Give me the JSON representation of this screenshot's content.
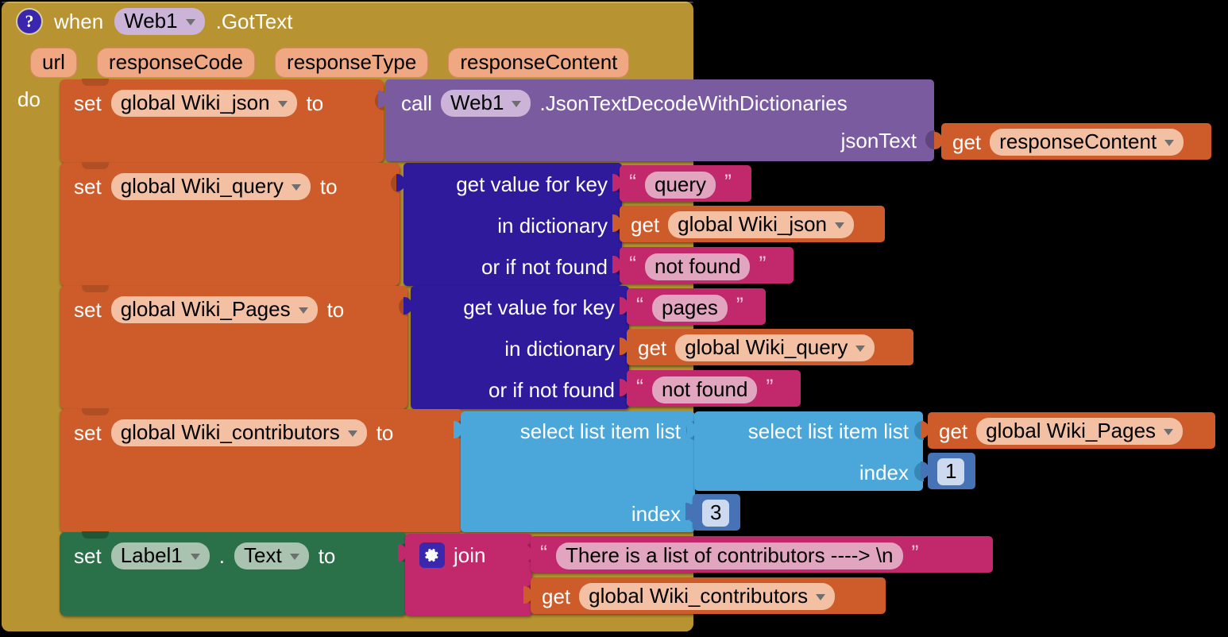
{
  "event": {
    "help_icon": "help-icon",
    "when": "when",
    "component": "Web1",
    "method": ".GotText",
    "params": [
      "url",
      "responseCode",
      "responseType",
      "responseContent"
    ],
    "do_label": "do",
    "colors": {
      "event": "#b79331",
      "setter": "#cd5c2a",
      "component_setter": "#2a7049",
      "dictionary": "#2e1a9a",
      "list": "#4ba6d9",
      "text": "#c2296d",
      "math": "#4573b5",
      "call": "#7b5ba0"
    }
  },
  "statements": [
    {
      "set_label": "set",
      "variable": "global Wiki_json",
      "to_label": "to",
      "value": {
        "call_label": "call",
        "component": "Web1",
        "method": ".JsonTextDecodeWithDictionaries",
        "arg_label": "jsonText",
        "arg_value": {
          "get_label": "get",
          "variable": "responseContent"
        }
      }
    },
    {
      "set_label": "set",
      "variable": "global Wiki_query",
      "to_label": "to",
      "value": {
        "row1_label": "get value for key",
        "row1_value": "query",
        "row2_label": "in dictionary",
        "row2_get": "get",
        "row2_value": "global Wiki_json",
        "row3_label": "or if not found",
        "row3_value": "not found"
      }
    },
    {
      "set_label": "set",
      "variable": "global Wiki_Pages",
      "to_label": "to",
      "value": {
        "row1_label": "get value for key",
        "row1_value": "pages",
        "row2_label": "in dictionary",
        "row2_get": "get",
        "row2_value": "global Wiki_query",
        "row3_label": "or if not found",
        "row3_value": "not found"
      }
    },
    {
      "set_label": "set",
      "variable": "global Wiki_contributors",
      "to_label": "to",
      "value": {
        "outer_label": "select list item  list",
        "outer_index_label": "index",
        "outer_index_value": "3",
        "inner_label": "select list item  list",
        "inner_index_label": "index",
        "inner_index_value": "1",
        "inner_list_get": "get",
        "inner_list_value": "global Wiki_Pages"
      }
    },
    {
      "set_label": "set",
      "component": "Label1",
      "dot": ".",
      "property": "Text",
      "to_label": "to",
      "value": {
        "gear_icon": "gear-icon",
        "join_label": "join",
        "arg1_text": "There is a list of contributors  ---->  \\n",
        "arg2_get": "get",
        "arg2_value": "global Wiki_contributors"
      }
    }
  ]
}
